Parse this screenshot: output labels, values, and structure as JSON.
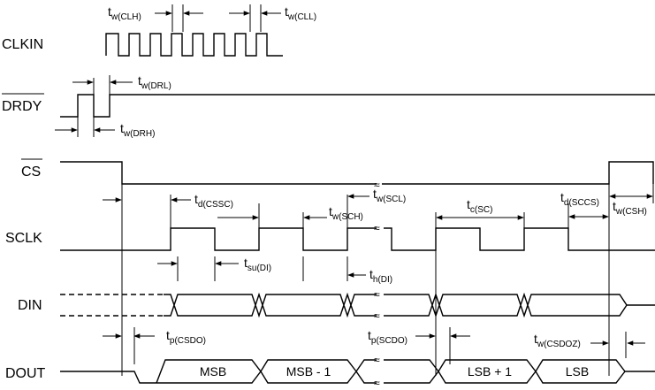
{
  "signals": {
    "clkin": "CLKIN",
    "drdy": "DRDY",
    "cs": "CS",
    "sclk": "SCLK",
    "din": "DIN",
    "dout": "DOUT"
  },
  "timings": {
    "tw_clh": {
      "sym": "t",
      "sub": "w(CLH)"
    },
    "tw_cll": {
      "sym": "t",
      "sub": "w(CLL)"
    },
    "tw_drl": {
      "sym": "t",
      "sub": "w(DRL)"
    },
    "tw_drh": {
      "sym": "t",
      "sub": "w(DRH)"
    },
    "td_cssc": {
      "sym": "t",
      "sub": "d(CSSC)"
    },
    "tw_scl": {
      "sym": "t",
      "sub": "w(SCL)"
    },
    "tw_sch": {
      "sym": "t",
      "sub": "w(SCH)"
    },
    "tc_sc": {
      "sym": "t",
      "sub": "c(SC)"
    },
    "td_sccs": {
      "sym": "t",
      "sub": "d(SCCS)"
    },
    "tw_csh": {
      "sym": "t",
      "sub": "w(CSH)"
    },
    "tsu_di": {
      "sym": "t",
      "sub": "su(DI)"
    },
    "th_di": {
      "sym": "t",
      "sub": "h(DI)"
    },
    "tp_csdo": {
      "sym": "t",
      "sub": "p(CSDO)"
    },
    "tp_scdo": {
      "sym": "t",
      "sub": "p(SCDO)"
    },
    "tw_csdoz": {
      "sym": "t",
      "sub": "w(CSDOZ)"
    }
  },
  "dout_bits": {
    "msb": "MSB",
    "msb_minus_1": "MSB - 1",
    "lsb_plus_1": "LSB + 1",
    "lsb": "LSB"
  },
  "break_mark": "≈"
}
